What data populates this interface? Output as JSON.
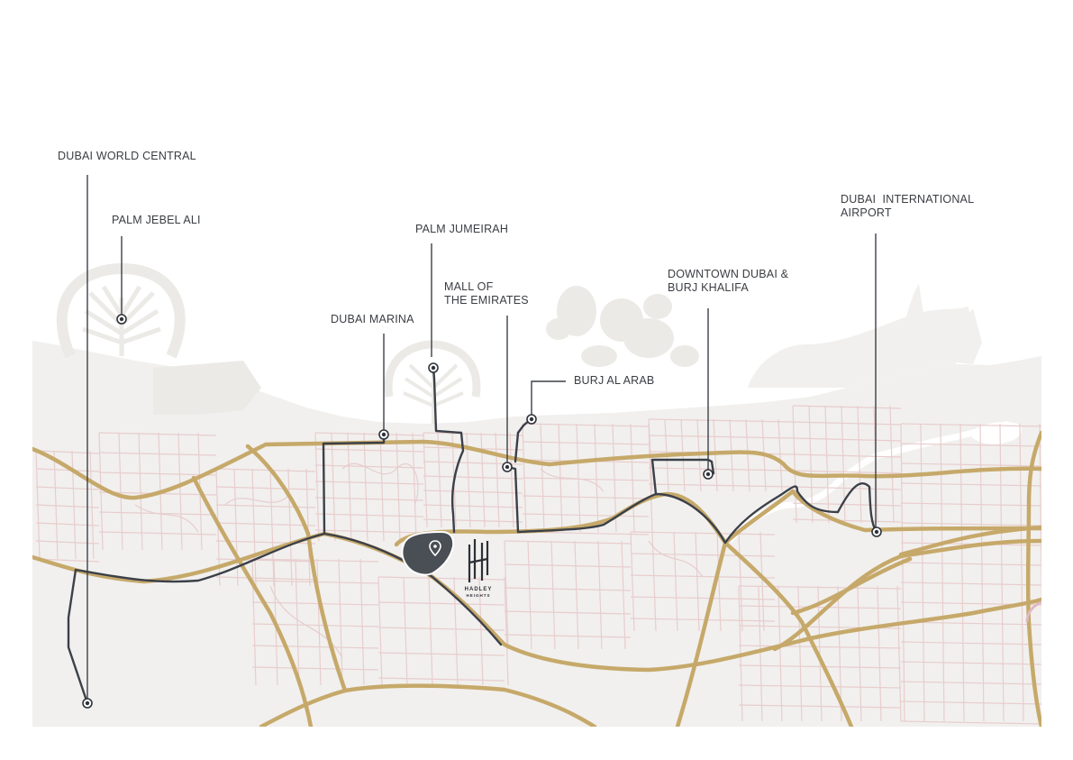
{
  "colors": {
    "land": "#f1f0ee",
    "sea": "#ffffff",
    "island": "#eceae6",
    "major_road": "#c6a96a",
    "minor_road": "#e8cdcd",
    "route": "#3b4049",
    "marker": "#2f333a",
    "site": "#4a4e55"
  },
  "landmarks": [
    {
      "id": "dubai-world-central",
      "label": "DUBAI WORLD CENTRAL"
    },
    {
      "id": "palm-jebel-ali",
      "label": "PALM JEBEL ALI"
    },
    {
      "id": "dubai-marina",
      "label": "DUBAI MARINA"
    },
    {
      "id": "palm-jumeirah",
      "label": "PALM JUMEIRAH"
    },
    {
      "id": "mall-of-the-emirates",
      "label": "MALL OF\nTHE EMIRATES"
    },
    {
      "id": "burj-al-arab",
      "label": "BURJ AL ARAB"
    },
    {
      "id": "downtown-dubai",
      "label": "DOWNTOWN DUBAI &\nBURJ KHALIFA"
    },
    {
      "id": "dubai-international-airport",
      "label": "DUBAI  INTERNATIONAL\nAIRPORT"
    }
  ],
  "brand": {
    "name_line1": "HADLEY",
    "name_line2": "HEIGHTS",
    "site_icon": "location-pin-icon"
  }
}
